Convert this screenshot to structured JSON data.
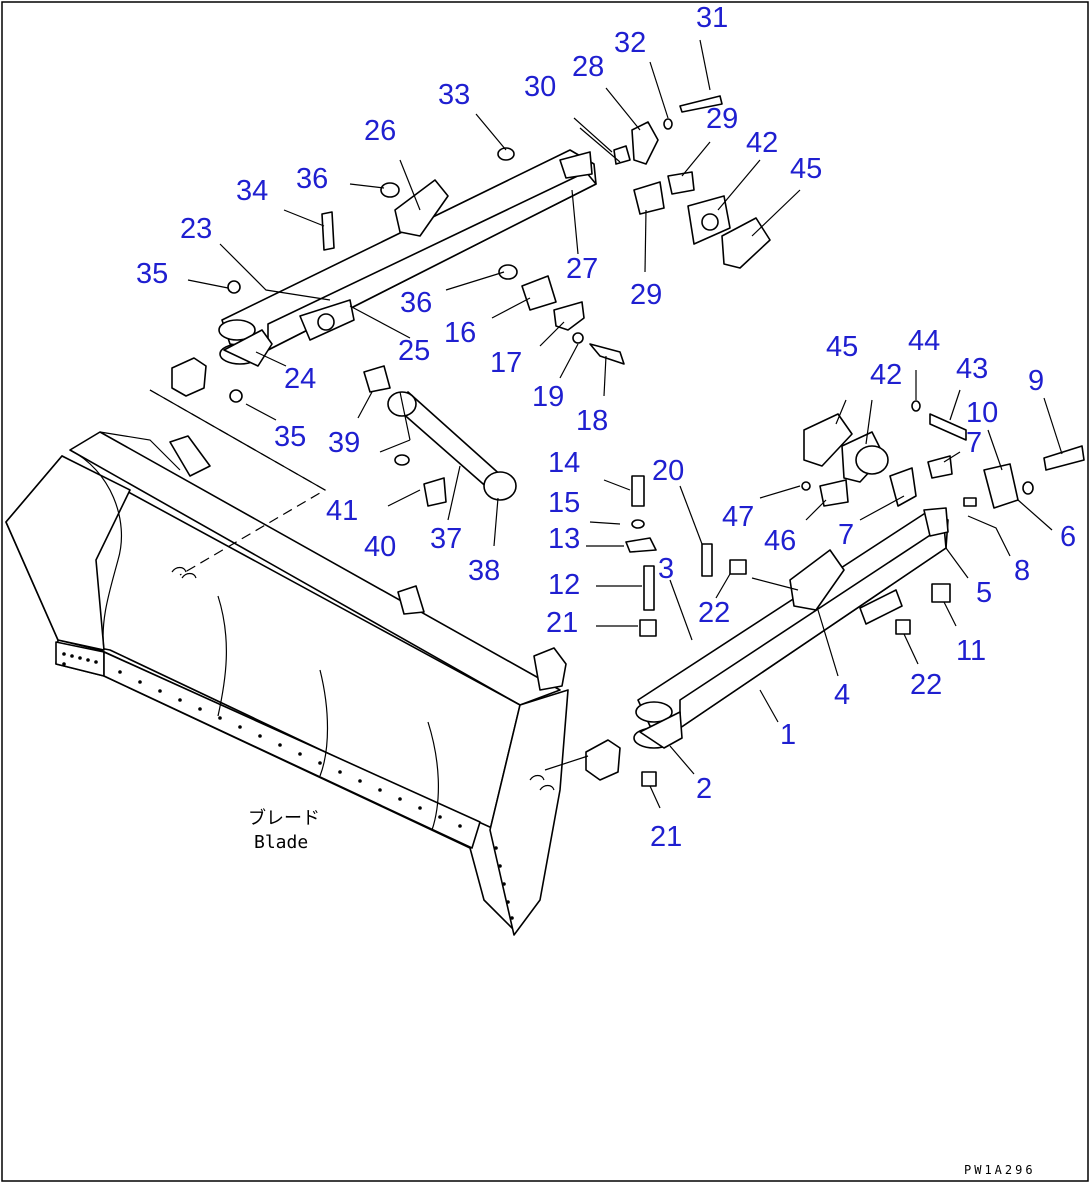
{
  "drawing_code": "PW1A296",
  "blade_label": {
    "jp": "ブレード",
    "en": "Blade"
  },
  "callouts": [
    {
      "id": "c31",
      "text": "31"
    },
    {
      "id": "c32",
      "text": "32"
    },
    {
      "id": "c28",
      "text": "28"
    },
    {
      "id": "c30",
      "text": "30"
    },
    {
      "id": "c33",
      "text": "33"
    },
    {
      "id": "c29a",
      "text": "29"
    },
    {
      "id": "c42a",
      "text": "42"
    },
    {
      "id": "c45a",
      "text": "45"
    },
    {
      "id": "c26",
      "text": "26"
    },
    {
      "id": "c36a",
      "text": "36"
    },
    {
      "id": "c34",
      "text": "34"
    },
    {
      "id": "c23",
      "text": "23"
    },
    {
      "id": "c27",
      "text": "27"
    },
    {
      "id": "c29b",
      "text": "29"
    },
    {
      "id": "c35a",
      "text": "35"
    },
    {
      "id": "c36b",
      "text": "36"
    },
    {
      "id": "c16",
      "text": "16"
    },
    {
      "id": "c25",
      "text": "25"
    },
    {
      "id": "c17",
      "text": "17"
    },
    {
      "id": "c24",
      "text": "24"
    },
    {
      "id": "c19",
      "text": "19"
    },
    {
      "id": "c18",
      "text": "18"
    },
    {
      "id": "c35b",
      "text": "35"
    },
    {
      "id": "c39",
      "text": "39"
    },
    {
      "id": "c45b",
      "text": "45"
    },
    {
      "id": "c44",
      "text": "44"
    },
    {
      "id": "c42b",
      "text": "42"
    },
    {
      "id": "c43",
      "text": "43"
    },
    {
      "id": "c9",
      "text": "9"
    },
    {
      "id": "c10",
      "text": "10"
    },
    {
      "id": "c7a",
      "text": "7"
    },
    {
      "id": "c14",
      "text": "14"
    },
    {
      "id": "c20",
      "text": "20"
    },
    {
      "id": "c41",
      "text": "41"
    },
    {
      "id": "c15",
      "text": "15"
    },
    {
      "id": "c47",
      "text": "47"
    },
    {
      "id": "c6",
      "text": "6"
    },
    {
      "id": "c40",
      "text": "40"
    },
    {
      "id": "c37",
      "text": "37"
    },
    {
      "id": "c13",
      "text": "13"
    },
    {
      "id": "c46",
      "text": "46"
    },
    {
      "id": "c7b",
      "text": "7"
    },
    {
      "id": "c38",
      "text": "38"
    },
    {
      "id": "c3",
      "text": "3"
    },
    {
      "id": "c8",
      "text": "8"
    },
    {
      "id": "c12",
      "text": "12"
    },
    {
      "id": "c5",
      "text": "5"
    },
    {
      "id": "c22a",
      "text": "22"
    },
    {
      "id": "c21a",
      "text": "21"
    },
    {
      "id": "c11",
      "text": "11"
    },
    {
      "id": "c22b",
      "text": "22"
    },
    {
      "id": "c4",
      "text": "4"
    },
    {
      "id": "c1",
      "text": "1"
    },
    {
      "id": "c2",
      "text": "2"
    },
    {
      "id": "c21b",
      "text": "21"
    }
  ]
}
